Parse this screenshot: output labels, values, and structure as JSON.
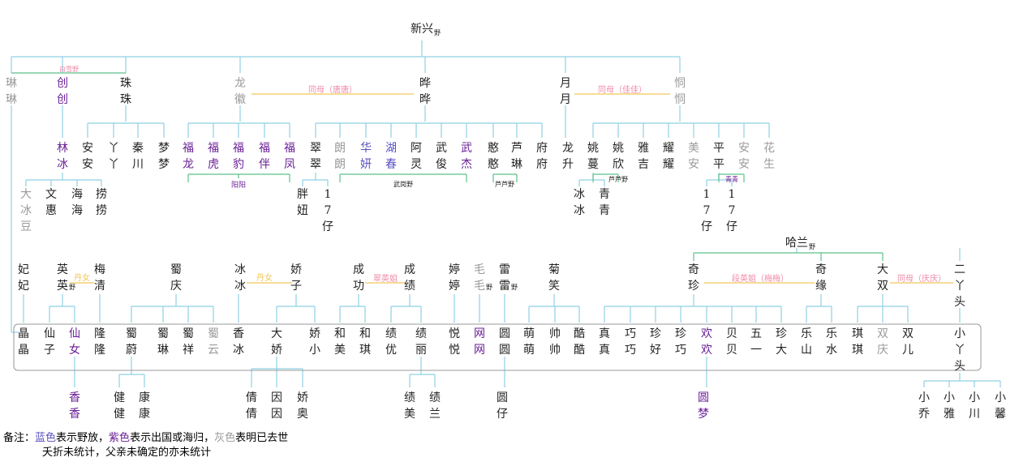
{
  "colors": {
    "normal": "#222222",
    "wild": "#5a4fc0",
    "abroad": "#6a1f96",
    "dead": "#9a9a9a",
    "link": "#8fd0e4",
    "couple": "#f2c65a",
    "pair": "#5cc08a",
    "coupleText": "#f08aa8",
    "frame": "#9a9a9a"
  },
  "people": {
    "root": {
      "name": "新兴",
      "suffix": "野"
    },
    "linlin": {
      "name": "琳琳",
      "status": "dead"
    },
    "chuangchuang": {
      "name": "创创",
      "status": "abroad"
    },
    "zhuzhu": {
      "name": "珠珠"
    },
    "longhui": {
      "name": "龙徽",
      "status": "dead"
    },
    "yeye": {
      "name": "晔晔"
    },
    "yueyue": {
      "name": "月月"
    },
    "tongtong": {
      "name": "恫恫",
      "status": "dead"
    },
    "linbing": {
      "name": "林冰",
      "status": "abroad"
    },
    "anan": {
      "name": "安安"
    },
    "yaya": {
      "name": "丫丫"
    },
    "qinchuan": {
      "name": "秦川"
    },
    "mengmeng": {
      "name": "梦梦"
    },
    "fulong": {
      "name": "福龙",
      "status": "abroad"
    },
    "fuhu": {
      "name": "福虎",
      "status": "abroad"
    },
    "fubao": {
      "name": "福豹",
      "status": "abroad"
    },
    "fuban": {
      "name": "福伴",
      "status": "abroad"
    },
    "fufeng": {
      "name": "福凤",
      "status": "abroad"
    },
    "cuicui": {
      "name": "翠翠"
    },
    "langlang": {
      "name": "朗朗",
      "status": "dead"
    },
    "huayan": {
      "name": "华妍",
      "status": "wild"
    },
    "huchun": {
      "name": "湖春",
      "status": "wild"
    },
    "aling": {
      "name": "阿灵"
    },
    "wujun": {
      "name": "武俊"
    },
    "wujie": {
      "name": "武杰",
      "status": "abroad"
    },
    "hanhan": {
      "name": "憨憨"
    },
    "lulin": {
      "name": "芦琳"
    },
    "fufu": {
      "name": "府府"
    },
    "longsheng": {
      "name": "龙升"
    },
    "yaoman": {
      "name": "姚蔓"
    },
    "yaoxin": {
      "name": "姚欣"
    },
    "yaji": {
      "name": "雅吉"
    },
    "yaoyao": {
      "name": "耀耀"
    },
    "meian": {
      "name": "美安",
      "status": "dead"
    },
    "pingping": {
      "name": "平平"
    },
    "anan2": {
      "name": "安安",
      "status": "dead"
    },
    "huasheng": {
      "name": "花生",
      "status": "dead"
    },
    "dabingdou": {
      "name": "大冰豆",
      "status": "dead"
    },
    "wenhui": {
      "name": "文惠"
    },
    "haihai": {
      "name": "海海"
    },
    "laolao": {
      "name": "捞捞"
    },
    "pangniu": {
      "name": "胖妞"
    },
    "z17a": {
      "name": "17仔"
    },
    "bingbing": {
      "name": "冰冰"
    },
    "qingqing": {
      "name": "青青"
    },
    "z17b": {
      "name": "17仔"
    },
    "z17c": {
      "name": "17仔"
    },
    "hala": {
      "name": "哈兰",
      "suffix": "野"
    },
    "feifei": {
      "name": "妃妃"
    },
    "yingying": {
      "name": "英英",
      "suffix": "野"
    },
    "meiqing": {
      "name": "梅清"
    },
    "shuqing": {
      "name": "蜀庆"
    },
    "bingbing2": {
      "name": "冰冰"
    },
    "jiaozi": {
      "name": "娇子"
    },
    "chenggong": {
      "name": "成功"
    },
    "chengji": {
      "name": "成绩"
    },
    "tingting": {
      "name": "婷婷"
    },
    "maomao": {
      "name": "毛毛",
      "suffix": "野",
      "status": "dead"
    },
    "leilei": {
      "name": "雷雷",
      "suffix": "野"
    },
    "juxiao": {
      "name": "菊笑"
    },
    "qizhen": {
      "name": "奇珍"
    },
    "qiyuan": {
      "name": "奇缘"
    },
    "dashuang": {
      "name": "大双"
    },
    "eryatou": {
      "name": "二丫头"
    },
    "jingjing": {
      "name": "晶晶"
    },
    "xianzi": {
      "name": "仙子"
    },
    "xiannv": {
      "name": "仙女",
      "status": "abroad"
    },
    "longlong": {
      "name": "隆隆"
    },
    "shuwei": {
      "name": "蜀蔚"
    },
    "shulin": {
      "name": "蜀琳"
    },
    "shuxiang": {
      "name": "蜀祥"
    },
    "shuyun": {
      "name": "蜀云",
      "status": "dead"
    },
    "xiangbing": {
      "name": "香冰"
    },
    "dajiao": {
      "name": "大娇"
    },
    "jiaoxiao": {
      "name": "娇小"
    },
    "hemei": {
      "name": "和美"
    },
    "heqi": {
      "name": "和琪"
    },
    "jiyou": {
      "name": "绩优"
    },
    "jili": {
      "name": "绩丽"
    },
    "yueyue2": {
      "name": "悦悦"
    },
    "wangwang": {
      "name": "网网",
      "status": "abroad"
    },
    "yuanyuan": {
      "name": "圆圆"
    },
    "mengmeng2": {
      "name": "萌萌"
    },
    "shuaishuai": {
      "name": "帅帅"
    },
    "kuku": {
      "name": "酷酷"
    },
    "zhenzhen": {
      "name": "真真"
    },
    "qiaoqiao": {
      "name": "巧巧"
    },
    "zhenhao": {
      "name": "珍好"
    },
    "zhenqiao": {
      "name": "珍巧"
    },
    "huanhuan": {
      "name": "欢欢",
      "status": "abroad"
    },
    "beibei": {
      "name": "贝贝"
    },
    "wuyi": {
      "name": "五一"
    },
    "zhenda": {
      "name": "珍大"
    },
    "leshan": {
      "name": "乐山"
    },
    "leshui": {
      "name": "乐水"
    },
    "qiqi": {
      "name": "琪琪"
    },
    "shuangqing": {
      "name": "双庆",
      "status": "dead"
    },
    "shuanger": {
      "name": "双儿"
    },
    "xiaoyatou": {
      "name": "小丫头"
    },
    "xiangxiang": {
      "name": "香香",
      "status": "abroad"
    },
    "jianjian": {
      "name": "健健"
    },
    "kangkang": {
      "name": "康康"
    },
    "qianqian": {
      "name": "倩倩"
    },
    "yinyin": {
      "name": "因因"
    },
    "jiaoao": {
      "name": "娇奥"
    },
    "jimei": {
      "name": "绩美"
    },
    "jilan": {
      "name": "绩兰"
    },
    "yuanzai": {
      "name": "圆仔"
    },
    "yuanmeng": {
      "name": "圆梦",
      "status": "abroad"
    },
    "xiaoqiao": {
      "name": "小乔"
    },
    "xiaoya": {
      "name": "小雅"
    },
    "xiaochuan": {
      "name": "小川"
    },
    "xiaoxin": {
      "name": "小馨"
    }
  },
  "relations": {
    "baixue": "白雪野",
    "tongmu_tangtang": "同母（唐唐）",
    "tongmu_jiajia": "同母（佳佳）",
    "yangyang": "阳阳",
    "wugang": "武岗野",
    "lulu": "芦芦野",
    "lulu2": "芦芦野",
    "qingqing": "青青",
    "danv1": "丹女",
    "danv2": "丹女",
    "cuiyingjie": "翠英姐",
    "duanyingjie_meimei": "段英姐（梅梅）",
    "tongmu_qingqing": "同母（庆庆）"
  },
  "legend": {
    "prefix": "备注：",
    "wild_word": "蓝色",
    "wild_text": "表示野放，",
    "abroad_word": "紫色",
    "abroad_text": "表示出国或海归，",
    "dead_word": "灰色",
    "dead_text": "表明已去世",
    "line2": "夭折未统计，父亲未确定的亦未统计"
  }
}
